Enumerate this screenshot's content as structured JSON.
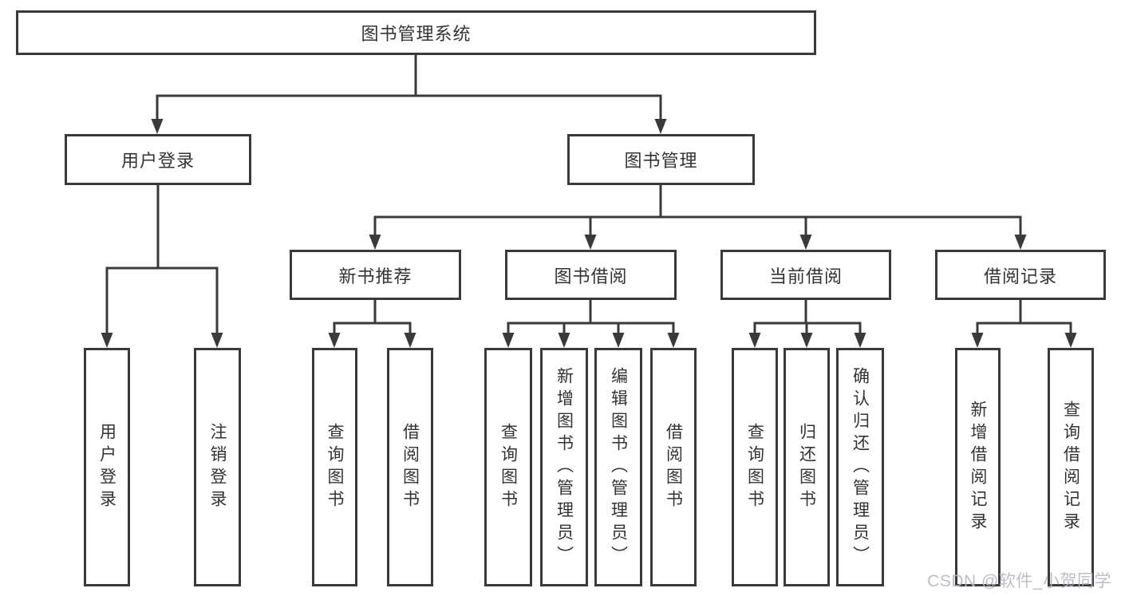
{
  "diagram": {
    "type": "function-tree",
    "title": "图书管理系统",
    "nodes": [
      {
        "id": "root",
        "label": "图书管理系统",
        "level": 0
      },
      {
        "id": "user-login",
        "label": "用户登录",
        "level": 1
      },
      {
        "id": "book-mgmt",
        "label": "图书管理",
        "level": 1
      },
      {
        "id": "ul-login",
        "label": "用户登录",
        "level": 2
      },
      {
        "id": "ul-logout",
        "label": "注销登录",
        "level": 2
      },
      {
        "id": "new-rec",
        "label": "新书推荐",
        "level": 2
      },
      {
        "id": "borrow",
        "label": "图书借阅",
        "level": 2
      },
      {
        "id": "current",
        "label": "当前借阅",
        "level": 2
      },
      {
        "id": "records",
        "label": "借阅记录",
        "level": 2
      },
      {
        "id": "nr-query",
        "label": "查询图书",
        "level": 3
      },
      {
        "id": "nr-borrow",
        "label": "借阅图书",
        "level": 3
      },
      {
        "id": "bb-query",
        "label": "查询图书",
        "level": 3
      },
      {
        "id": "bb-add",
        "label": "新增图书（管理员）",
        "level": 3
      },
      {
        "id": "bb-edit",
        "label": "编辑图书（管理员）",
        "level": 3
      },
      {
        "id": "bb-borrow",
        "label": "借阅图书",
        "level": 3
      },
      {
        "id": "cb-query",
        "label": "查询图书",
        "level": 3
      },
      {
        "id": "cb-return",
        "label": "归还图书",
        "level": 3
      },
      {
        "id": "cb-confirm",
        "label": "确认归还（管理员）",
        "level": 3
      },
      {
        "id": "br-add",
        "label": "新增借阅记录",
        "level": 3
      },
      {
        "id": "br-query",
        "label": "查询借阅记录",
        "level": 3
      }
    ],
    "edges": [
      {
        "from": "root",
        "to": [
          "user-login",
          "book-mgmt"
        ]
      },
      {
        "from": "user-login",
        "to": [
          "ul-login",
          "ul-logout"
        ]
      },
      {
        "from": "book-mgmt",
        "to": [
          "new-rec",
          "borrow",
          "current",
          "records"
        ]
      },
      {
        "from": "new-rec",
        "to": [
          "nr-query",
          "nr-borrow"
        ]
      },
      {
        "from": "borrow",
        "to": [
          "bb-query",
          "bb-add",
          "bb-edit",
          "bb-borrow"
        ]
      },
      {
        "from": "current",
        "to": [
          "cb-query",
          "cb-return",
          "cb-confirm"
        ]
      },
      {
        "from": "records",
        "to": [
          "br-add",
          "br-query"
        ]
      }
    ]
  },
  "watermark": {
    "text": "CSDN @软件_小贺同学"
  },
  "colors": {
    "line": "#3a3a3a",
    "box_border": "#3a3a3a",
    "text": "#333333",
    "background": "#ffffff",
    "watermark": "#b4b8be"
  }
}
